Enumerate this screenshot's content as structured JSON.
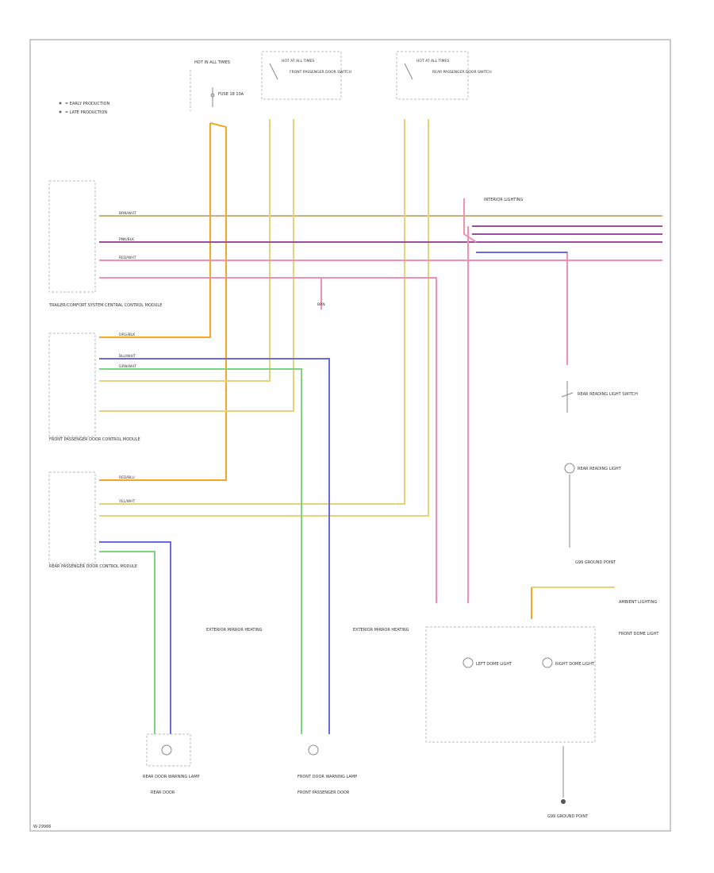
{
  "legend": {
    "items": [
      "= EARLY PRODUCTION",
      "= LATE PRODUCTION"
    ]
  },
  "top_components": {
    "fuse_panel_label": "HOT IN ALL TIMES",
    "fuse_label": "FUSE 18 10A",
    "switch1_label": "HOT AT ALL TIMES",
    "switch1_name": "FRONT PASSENGER DOOR SWITCH",
    "switch2_label": "HOT AT ALL TIMES",
    "switch2_name": "REAR PASSENGER DOOR SWITCH"
  },
  "wire_labels": {
    "red_blu": "RED/BLU",
    "brn_wht": "BRN/WHT",
    "grn_wht": "GRN/WHT",
    "blu_wht": "BLU/WHT",
    "yel_wht": "YEL/WHT",
    "org_blk": "ORG/BLK",
    "pnk_blk": "PNK/BLK",
    "red_wht": "RED/WHT",
    "brn": "BRN"
  },
  "modules": {
    "module1_name": "TRAILER/COMFORT SYSTEM CENTRAL CONTROL MODULE",
    "module2_name": "FRONT PASSENGER DOOR CONTROL MODULE",
    "module3_name": "REAR PASSENGER DOOR CONTROL MODULE"
  },
  "right_components": {
    "interior_lighting": "INTERIOR LIGHTING",
    "rear_reading_switch": "REAR READING LIGHT SWITCH",
    "rear_reading_light": "REAR READING LIGHT",
    "ground_right": "G99 GROUND POINT",
    "ambient_light": "AMBIENT LIGHTING",
    "front_dome_light": "FRONT DOME LIGHT",
    "left_dome": "LEFT DOME LIGHT",
    "right_dome": "RIGHT DOME LIGHT",
    "ground_bottom": "G99 GROUND POINT"
  },
  "bottom_components": {
    "exterior_mirror_1": "EXTERIOR MIRROR HEATING",
    "exterior_mirror_2": "EXTERIOR MIRROR HEATING",
    "rear_door_lamp": "REAR DOOR WARNING LAMP",
    "front_door_lamp": "FRONT DOOR WARNING LAMP",
    "rear_door_name": "REAR DOOR",
    "front_door_name": "FRONT PASSENGER DOOR"
  },
  "footer": {
    "code": "W-29966"
  },
  "colors": {
    "orange": "#f5a623",
    "tan": "#c8b27a",
    "pink": "#f48fb1",
    "purple": "#9b4f9b",
    "blue": "#6a6ae0",
    "green": "#7ed37e",
    "yellow": "#e8d27a",
    "frame": "#888888"
  }
}
